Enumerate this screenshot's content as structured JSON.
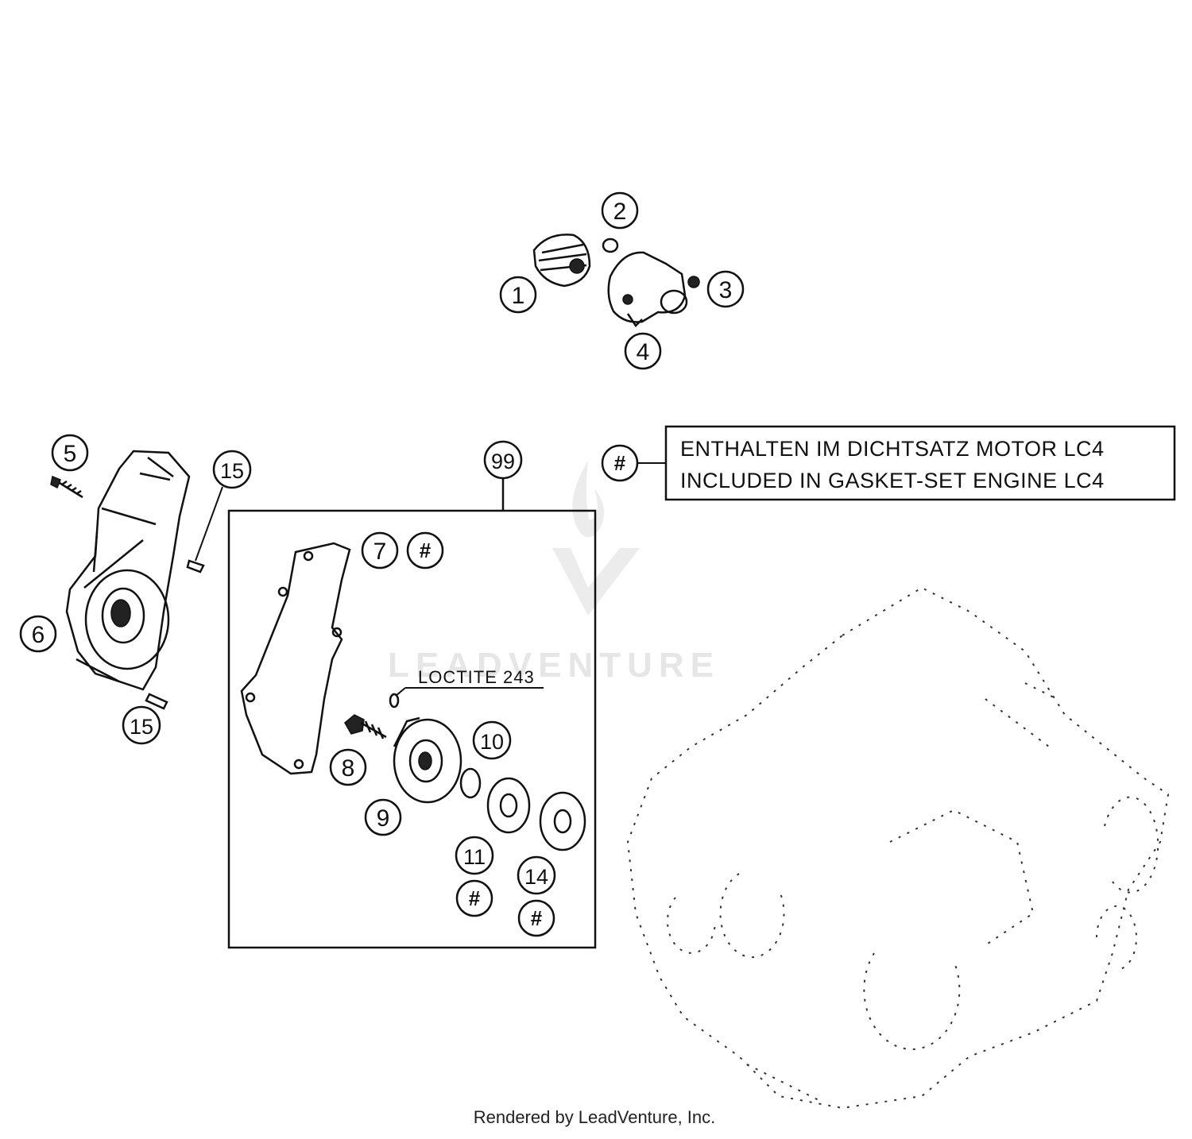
{
  "legend": {
    "symbol": "#",
    "line_de": "ENTHALTEN IM DICHTSATZ MOTOR LC4",
    "line_en": "INCLUDED IN GASKET-SET ENGINE LC4"
  },
  "labels": {
    "p1": "1",
    "p2": "2",
    "p3": "3",
    "p4": "4",
    "p5": "5",
    "p6": "6",
    "p7": "7",
    "p8": "8",
    "p9": "9",
    "p10": "10",
    "p11": "11",
    "p14": "14",
    "p15a": "15",
    "p15b": "15",
    "p99": "99",
    "hash": "#"
  },
  "note": "LOCTITE 243",
  "watermark": "LEADVENTURE",
  "footer": "Rendered by LeadVenture, Inc.",
  "colors": {
    "line": "#111111",
    "watermark": "#e6e6e6",
    "background": "#ffffff"
  }
}
